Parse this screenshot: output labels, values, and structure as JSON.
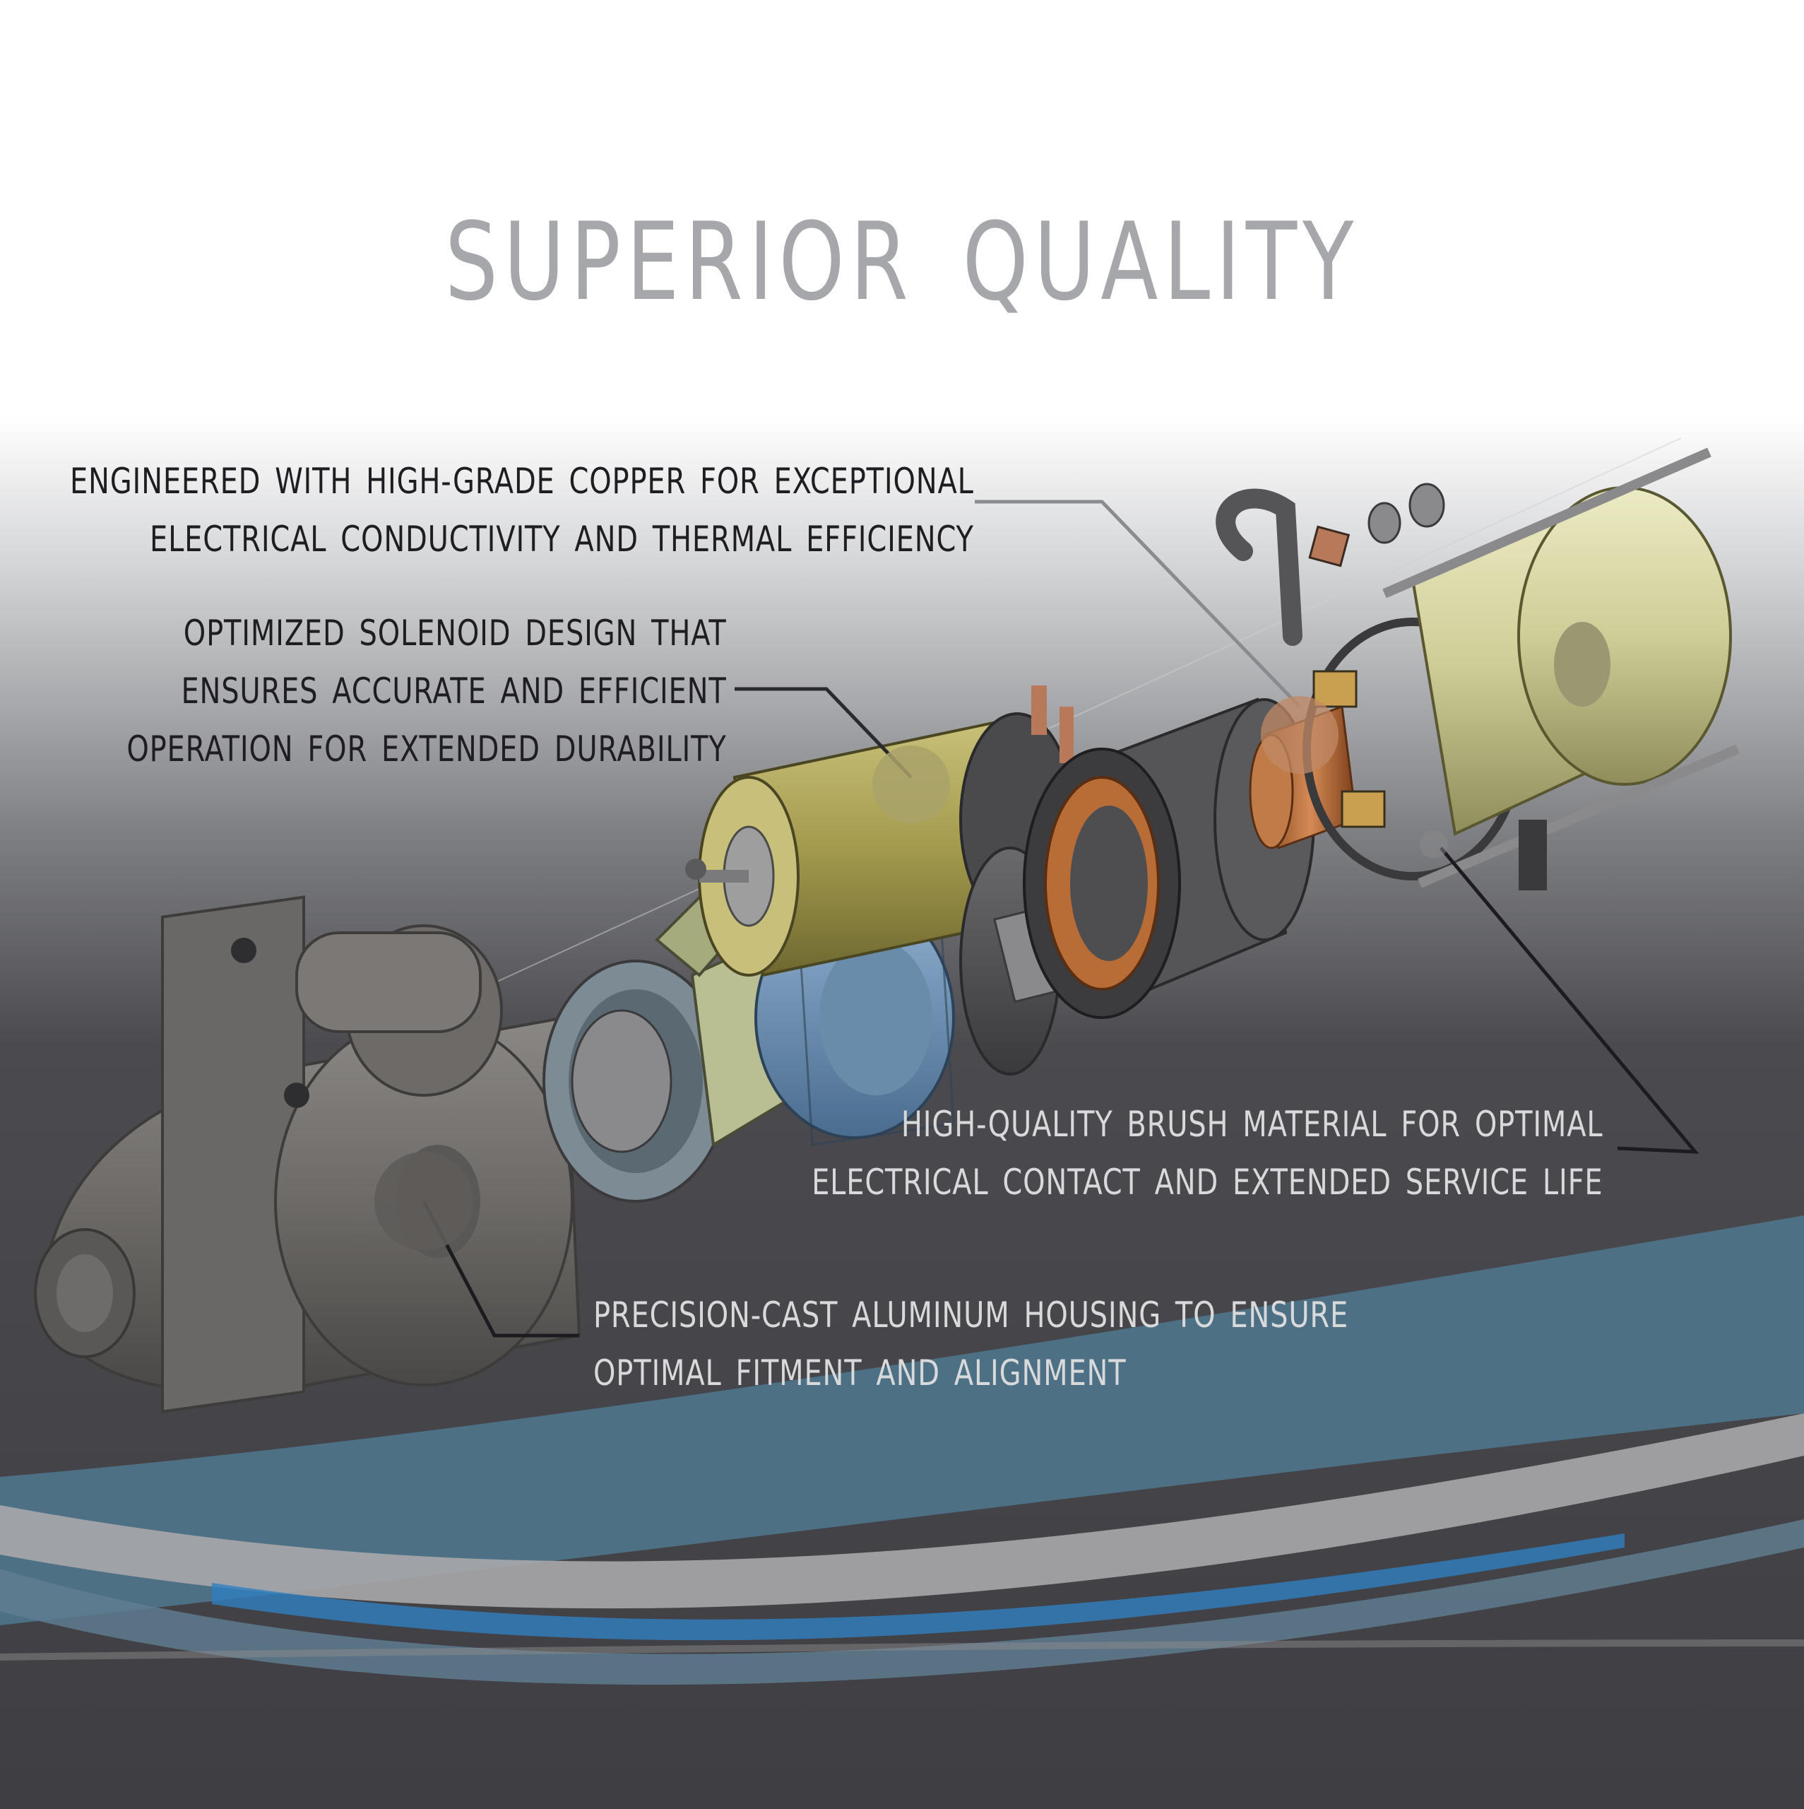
{
  "title": "SUPERIOR QUALITY",
  "colors": {
    "title": "#a6a7aa",
    "callout_dark": "#1e1e22",
    "callout_light": "#d8d9db",
    "leader_dark": "#2a2a2e",
    "leader_light": "#1c1c20",
    "swoosh_blue": "#4f7388",
    "swoosh_bright": "#2f7fc0",
    "swoosh_gray": "#a9a9ab"
  },
  "callouts": {
    "copper": {
      "lines": [
        "ENGINEERED WITH HIGH-GRADE COPPER FOR EXCEPTIONAL",
        "ELECTRICAL CONDUCTIVITY AND THERMAL EFFICIENCY"
      ]
    },
    "solenoid": {
      "lines": [
        "OPTIMIZED SOLENOID DESIGN THAT",
        "ENSURES ACCURATE AND EFFICIENT",
        "OPERATION FOR EXTENDED DURABILITY"
      ]
    },
    "brush": {
      "lines": [
        "HIGH-QUALITY BRUSH MATERIAL FOR OPTIMAL",
        "ELECTRICAL CONTACT AND EXTENDED SERVICE LIFE"
      ]
    },
    "housing": {
      "lines": [
        "PRECISION-CAST ALUMINUM HOUSING TO ENSURE",
        "OPTIMAL FITMENT AND ALIGNMENT"
      ]
    }
  },
  "parts": {
    "housing": "drive-housing-icon",
    "pinion": "pinion-gear-icon",
    "solenoid": "solenoid-icon",
    "armature": "armature-icon",
    "field_frame": "field-frame-icon",
    "commutator": "commutator-icon",
    "brush_holder": "brush-holder-icon",
    "end_cap": "end-cap-icon"
  }
}
